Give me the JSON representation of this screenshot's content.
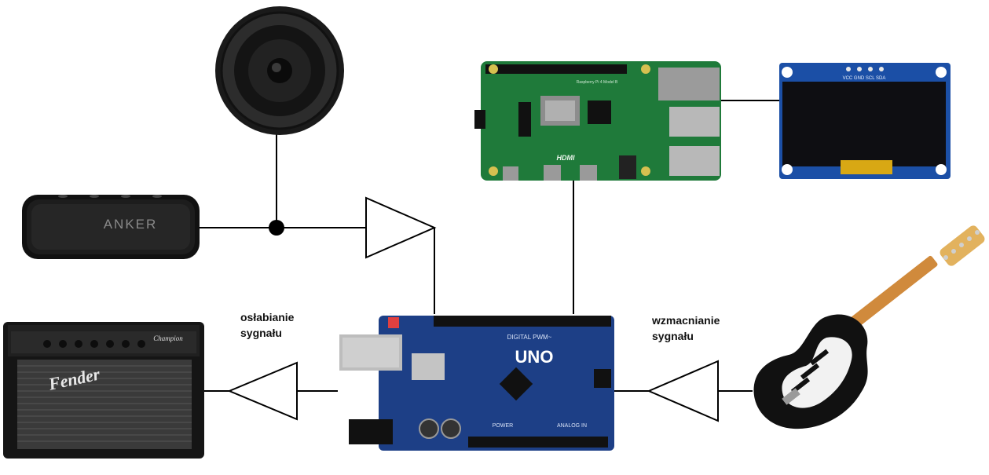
{
  "labels": {
    "attenuation": [
      "osłabianie",
      "sygnału"
    ],
    "amplification": [
      "wzmacnianie",
      "sygnału"
    ]
  },
  "devices": {
    "speaker_brand": "ANKER",
    "amp_brand": "Fender",
    "amp_model": "Champion",
    "arduino_model": "UNO",
    "arduino_header_text": "DIGITAL PWM~",
    "arduino_power_text": "POWER",
    "arduino_analog_text": "ANALOG IN",
    "pi_model_text": "Raspberry Pi 4 Model B",
    "pi_hdmi_text": "HDMI",
    "oled_pins_text": "VCC GND SCL SDA"
  },
  "colors": {
    "line": "#000000",
    "pcb_green": "#1f7a3a",
    "arduino_blue": "#1d3f86",
    "oled_blue": "#1b4fa6",
    "guitar_neck": "#d08a3c"
  }
}
